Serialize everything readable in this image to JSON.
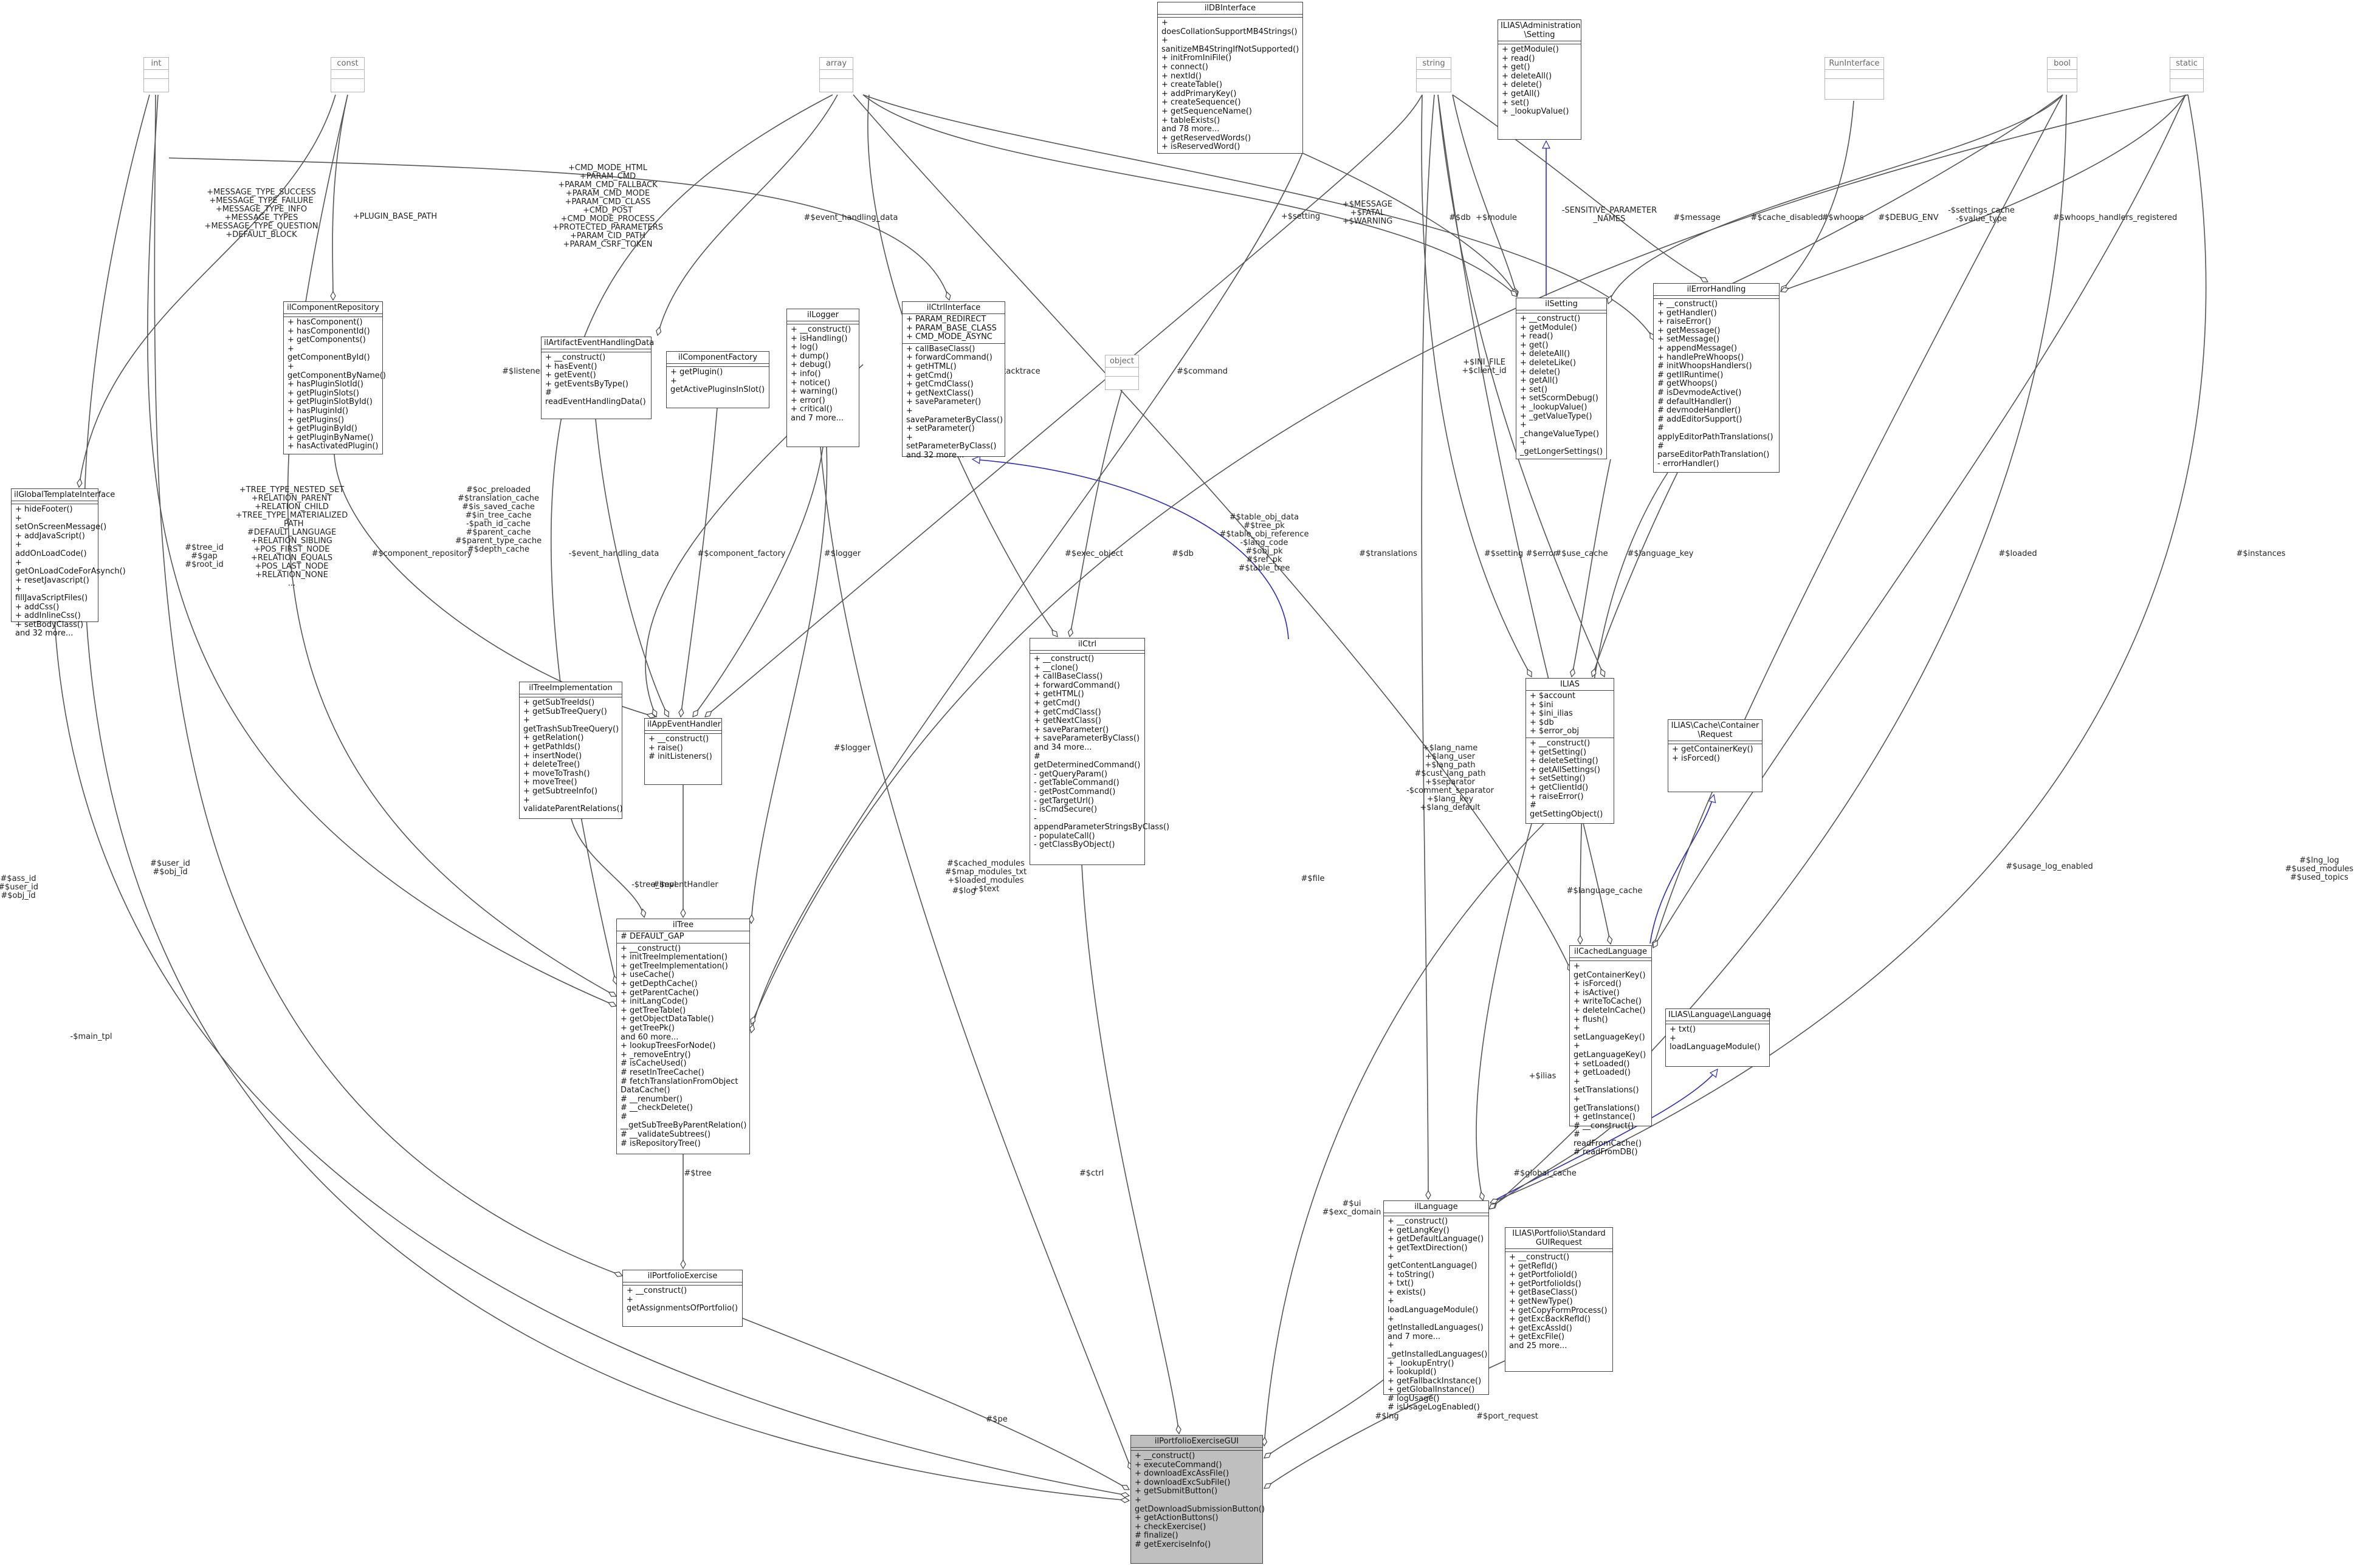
{
  "nodes": {
    "int": {
      "title": "int",
      "attributes": [],
      "methods": []
    },
    "const": {
      "title": "const",
      "attributes": [],
      "methods": []
    },
    "array": {
      "title": "array",
      "attributes": [],
      "methods": []
    },
    "ildbinterface": {
      "title": "ilDBInterface",
      "attributes": [],
      "methods": [
        "+ doesCollationSupportMB4Strings()",
        "+ sanitizeMB4StringIfNotSupported()",
        "+ initFromIniFile()",
        "+ connect()",
        "+ nextId()",
        "+ createTable()",
        "+ addPrimaryKey()",
        "+ createSequence()",
        "+ getSequenceName()",
        "+ tableExists()",
        "and 78 more...",
        "+ getReservedWords()",
        "+ isReservedWord()"
      ]
    },
    "string": {
      "title": "string",
      "attributes": [],
      "methods": []
    },
    "adminsetting": {
      "title": "ILIAS\\Administration\n\\Setting",
      "attributes": [],
      "methods": [
        "+ getModule()",
        "+ read()",
        "+ get()",
        "+ deleteAll()",
        "+ delete()",
        "+ getAll()",
        "+ set()",
        "+ _lookupValue()"
      ]
    },
    "runinterface": {
      "title": "RunInterface",
      "attributes": [],
      "methods": []
    },
    "bool": {
      "title": "bool",
      "attributes": [],
      "methods": []
    },
    "static": {
      "title": "static",
      "attributes": [],
      "methods": []
    },
    "ilcomponentrepository": {
      "title": "ilComponentRepository",
      "attributes": [],
      "methods": [
        "+ hasComponent()",
        "+ hasComponentId()",
        "+ getComponents()",
        "+ getComponentById()",
        "+ getComponentByName()",
        "+ hasPluginSlotId()",
        "+ getPluginSlots()",
        "+ getPluginSlotById()",
        "+ hasPluginId()",
        "+ getPlugins()",
        "+ getPluginById()",
        "+ getPluginByName()",
        "+ hasActivatedPlugin()"
      ]
    },
    "ilartifacteventhandlingdata": {
      "title": "ilArtifactEventHandlingData",
      "attributes": [],
      "methods": [
        "+ __construct()",
        "+ hasEvent()",
        "+ getEvent()",
        "+ getEventsByType()",
        "# readEventHandlingData()"
      ]
    },
    "ilcomponentfactory": {
      "title": "ilComponentFactory",
      "attributes": [],
      "methods": [
        "+ getPlugin()",
        "+ getActivePluginsInSlot()"
      ]
    },
    "illogger": {
      "title": "ilLogger",
      "attributes": [],
      "methods": [
        "+ __construct()",
        "+ isHandling()",
        "+ log()",
        "+ dump()",
        "+ debug()",
        "+ info()",
        "+ notice()",
        "+ warning()",
        "+ error()",
        "+ critical()",
        "and 7 more..."
      ]
    },
    "ilctrlinterface": {
      "title": "ilCtrlInterface",
      "attributes": [
        "+ PARAM_REDIRECT",
        "+ PARAM_BASE_CLASS",
        "+ CMD_MODE_ASYNC"
      ],
      "methods": [
        "+ callBaseClass()",
        "+ forwardCommand()",
        "+ getHTML()",
        "+ getCmd()",
        "+ getCmdClass()",
        "+ getNextClass()",
        "+ saveParameter()",
        "+ saveParameterByClass()",
        "+ setParameter()",
        "+ setParameterByClass()",
        "and 32 more..."
      ]
    },
    "object": {
      "title": "object",
      "attributes": [],
      "methods": []
    },
    "ilsetting": {
      "title": "ilSetting",
      "attributes": [],
      "methods": [
        "+ __construct()",
        "+ getModule()",
        "+ read()",
        "+ get()",
        "+ deleteAll()",
        "+ deleteLike()",
        "+ delete()",
        "+ getAll()",
        "+ set()",
        "+ setScormDebug()",
        "+ _lookupValue()",
        "+ _getValueType()",
        "+ _changeValueType()",
        "+ _getLongerSettings()"
      ]
    },
    "ilerrorhandling": {
      "title": "ilErrorHandling",
      "attributes": [],
      "methods": [
        "+ __construct()",
        "+ getHandler()",
        "+ raiseError()",
        "+ getMessage()",
        "+ setMessage()",
        "+ appendMessage()",
        "+ handlePreWhoops()",
        "# initWhoopsHandlers()",
        "# getIlRuntime()",
        "# getWhoops()",
        "# isDevmodeActive()",
        "# defaultHandler()",
        "# devmodeHandler()",
        "# addEditorSupport()",
        "# applyEditorPathTranslations()",
        "# parseEditorPathTranslation()",
        "- errorHandler()"
      ]
    },
    "ilglobaltemplateinterface": {
      "title": "ilGlobalTemplateInterface",
      "attributes": [],
      "methods": [
        "+ hideFooter()",
        "+ setOnScreenMessage()",
        "+ addJavaScript()",
        "+ addOnLoadCode()",
        "+ getOnLoadCodeForAsynch()",
        "+ resetJavascript()",
        "+ fillJavaScriptFiles()",
        "+ addCss()",
        "+ addInlineCss()",
        "+ setBodyClass()",
        "and 32 more..."
      ]
    },
    "iltreeimplementation": {
      "title": "ilTreeImplementation",
      "attributes": [],
      "methods": [
        "+ getSubTreeIds()",
        "+ getSubTreeQuery()",
        "+ getTrashSubTreeQuery()",
        "+ getRelation()",
        "+ getPathIds()",
        "+ insertNode()",
        "+ deleteTree()",
        "+ moveToTrash()",
        "+ moveTree()",
        "+ getSubtreeInfo()",
        "+ validateParentRelations()"
      ]
    },
    "ilappeventhandler": {
      "title": "ilAppEventHandler",
      "attributes": [],
      "methods": [
        "+ __construct()",
        "+ raise()",
        "# initListeners()"
      ]
    },
    "ilctrl": {
      "title": "ilCtrl",
      "attributes": [],
      "methods": [
        "+ __construct()",
        "+ __clone()",
        "+ callBaseClass()",
        "+ forwardCommand()",
        "+ getHTML()",
        "+ getCmd()",
        "+ getCmdClass()",
        "+ getNextClass()",
        "+ saveParameter()",
        "+ saveParameterByClass()",
        "and 34 more...",
        "# getDeterminedCommand()",
        "- getQueryParam()",
        "- getTableCommand()",
        "- getPostCommand()",
        "- getTargetUrl()",
        "- isCmdSecure()",
        "- appendParameterStringsByClass()",
        "- populateCall()",
        "- getClassByObject()"
      ]
    },
    "ilias": {
      "title": "ILIAS",
      "attributes": [
        "+ $account",
        "+ $ini",
        "+ $ini_ilias",
        "+ $db",
        "+ $error_obj"
      ],
      "methods": [
        "+ __construct()",
        "+ getSetting()",
        "+ deleteSetting()",
        "+ getAllSettings()",
        "+ setSetting()",
        "+ getClientId()",
        "+ raiseError()",
        "# getSettingObject()"
      ]
    },
    "cachecontainerrequest": {
      "title": "ILIAS\\Cache\\Container\n\\Request",
      "attributes": [],
      "methods": [
        "+ getContainerKey()",
        "+ isForced()"
      ]
    },
    "iltree": {
      "title": "ilTree",
      "attributes": [
        "# DEFAULT_GAP"
      ],
      "methods": [
        "+ __construct()",
        "+ initTreeImplementation()",
        "+ getTreeImplementation()",
        "+ useCache()",
        "+ getDepthCache()",
        "+ getParentCache()",
        "+ initLangCode()",
        "+ getTreeTable()",
        "+ getObjectDataTable()",
        "+ getTreePk()",
        "and 60 more...",
        "+ lookupTreesForNode()",
        "+ _removeEntry()",
        "# isCacheUsed()",
        "# resetInTreeCache()",
        "# fetchTranslationFromObject\nDataCache()",
        "# __renumber()",
        "# __checkDelete()",
        "# __getSubTreeByParentRelation()",
        "# __validateSubtrees()",
        "# isRepositoryTree()"
      ]
    },
    "ilcachedlanguage": {
      "title": "ilCachedLanguage",
      "attributes": [],
      "methods": [
        "+ getContainerKey()",
        "+ isForced()",
        "+ isActive()",
        "+ writeToCache()",
        "+ deleteInCache()",
        "+ flush()",
        "+ setLanguageKey()",
        "+ getLanguageKey()",
        "+ setLoaded()",
        "+ getLoaded()",
        "+ setTranslations()",
        "+ getTranslations()",
        "+ getInstance()",
        "# __construct()",
        "# readFromCache()",
        "# readFromDB()"
      ]
    },
    "languagelanguage": {
      "title": "ILIAS\\Language\\Language",
      "attributes": [],
      "methods": [
        "+ txt()",
        "+ loadLanguageModule()"
      ]
    },
    "illanguage": {
      "title": "ilLanguage",
      "attributes": [],
      "methods": [
        "+ __construct()",
        "+ getLangKey()",
        "+ getDefaultLanguage()",
        "+ getTextDirection()",
        "+ getContentLanguage()",
        "+ toString()",
        "+ txt()",
        "+ exists()",
        "+ loadLanguageModule()",
        "+ getInstalledLanguages()",
        "and 7 more...",
        "+ _getInstalledLanguages()",
        "+ _lookupEntry()",
        "+ lookupId()",
        "+ getFallbackInstance()",
        "+ getGlobalInstance()",
        "# logUsage()",
        "# isUsageLogEnabled()"
      ]
    },
    "portfoliorequest": {
      "title": "ILIAS\\Portfolio\\Standard\nGUIRequest",
      "attributes": [],
      "methods": [
        "+ __construct()",
        "+ getRefId()",
        "+ getPortfolioId()",
        "+ getPortfolioIds()",
        "+ getBaseClass()",
        "+ getNewType()",
        "+ getCopyFormProcess()",
        "+ getExcBackRefId()",
        "+ getExcAssId()",
        "+ getExcFile()",
        "and 25 more..."
      ]
    },
    "ilportfolioexercise": {
      "title": "ilPortfolioExercise",
      "attributes": [],
      "methods": [
        "+ __construct()",
        "+ getAssignmentsOfPortfolio()"
      ]
    },
    "ilportfolioexercisegui": {
      "title": "ilPortfolioExerciseGUI",
      "attributes": [],
      "methods": [
        "+ __construct()",
        "+ executeCommand()",
        "+ downloadExcAssFile()",
        "+ downloadExcSubFile()",
        "+ getSubmitButton()",
        "+ getDownloadSubmissionButton()",
        "+ getActionButtons()",
        "+ checkExercise()",
        "# finalize()",
        "# getExerciseInfo()"
      ]
    }
  },
  "edge_labels": {
    "msg_types": "+MESSAGE_TYPE_SUCCESS\n+MESSAGE_TYPE_FAILURE\n+MESSAGE_TYPE_INFO\n+MESSAGE_TYPES\n+MESSAGE_TYPE_QUESTION\n+DEFAULT_BLOCK",
    "plugin_base_path": "+PLUGIN_BASE_PATH",
    "cmd_consts": "+CMD_MODE_HTML\n+PARAM_CMD\n+PARAM_CMD_FALLBACK\n+PARAM_CMD_MODE\n+PARAM_CMD_CLASS\n+CMD_POST\n+CMD_MODE_PROCESS\n+PROTECTED_PARAMETERS\n+PARAM_CID_PATH\n+PARAM_CSRF_TOKEN",
    "event_handling_data": "#$event_handling_data",
    "setting": "+$setting",
    "message_fatal": "+$MESSAGE\n+$FATAL\n+$WARNING",
    "db_setting": "#$db",
    "module": "+$module",
    "sensitive": "-SENSITIVE_PARAMETER\n_NAMES",
    "message": "#$message",
    "cache_disabled": "#$cache_disabled",
    "whoops": "#$whoops",
    "debug_env": "#$DEBUG_ENV",
    "settings_cache": "-$settings_cache\n-$value_type",
    "whoops_registered": "#$whoops_handlers_registered",
    "listener": "#$listener",
    "stacktrace": "#$stacktrace",
    "command": "#$command",
    "ini_file": "+$INI_FILE\n+$client_id",
    "tree_consts": "+TREE_TYPE_NESTED_SET\n+RELATION_PARENT\n+RELATION_CHILD\n+TREE_TYPE_MATERIALIZED\n_PATH\n#DEFAULT_LANGUAGE\n+RELATION_SIBLING\n+POS_FIRST_NODE\n+RELATION_EQUALS\n+POS_LAST_NODE\n+RELATION_NONE\n...",
    "tree_caches": "#$oc_preloaded\n#$translation_cache\n#$is_saved_cache\n#$in_tree_cache\n-$path_id_cache\n#$parent_cache\n#$parent_type_cache\n#$depth_cache",
    "tree_ids": "#$tree_id\n#$gap\n#$root_id",
    "component_repository": "#$component_repository",
    "event_handling_data2": "-$event_handling_data",
    "component_factory": "#$component_factory",
    "logger": "#$logger",
    "exec_object": "#$exec_object",
    "db": "#$db",
    "table_obj": "#$table_obj_data\n#$tree_pk\n#$table_obj_reference\n-$lang_code\n#$obj_pk\n#$ref_pk\n#$table_tree",
    "translations": "#$translations",
    "setting2": "#$setting",
    "error": "#$error",
    "use_cache": "#$use_cache",
    "language_key": "#$language_key",
    "loaded": "#$loaded",
    "instances": "#$instances",
    "logger2": "#$logger",
    "tree_impl": "-$tree_impl",
    "event_handler": "#$eventHandler",
    "user_obj": "#$user_id\n#$obj_id",
    "cached_modules": "#$cached_modules\n#$map_modules_txt\n+$loaded_modules\n+$text",
    "lang_fields": "+$lang_name\n+$lang_user\n+$lang_path\n#$cust_lang_path\n+$separator\n-$comment_separator\n+$lang_key\n+$lang_default",
    "language_cache": "#$language_cache",
    "usage_log_enabled": "#$usage_log_enabled",
    "lng_log": "#$lng_log\n#$used_modules\n#$used_topics",
    "ass_id": "#$ass_id\n#$user_id\n#$obj_id",
    "main_tpl": "-$main_tpl",
    "log": "#$log",
    "ilias": "+$ilias",
    "global_cache": "#$global_cache",
    "tree": "#$tree",
    "ui_exec": "#$ui\n#$exc_domain",
    "file": "#$file",
    "ctrl": "#$ctrl",
    "pe": "#$pe",
    "lng": "#$lng",
    "port_request": "#$port_request"
  }
}
